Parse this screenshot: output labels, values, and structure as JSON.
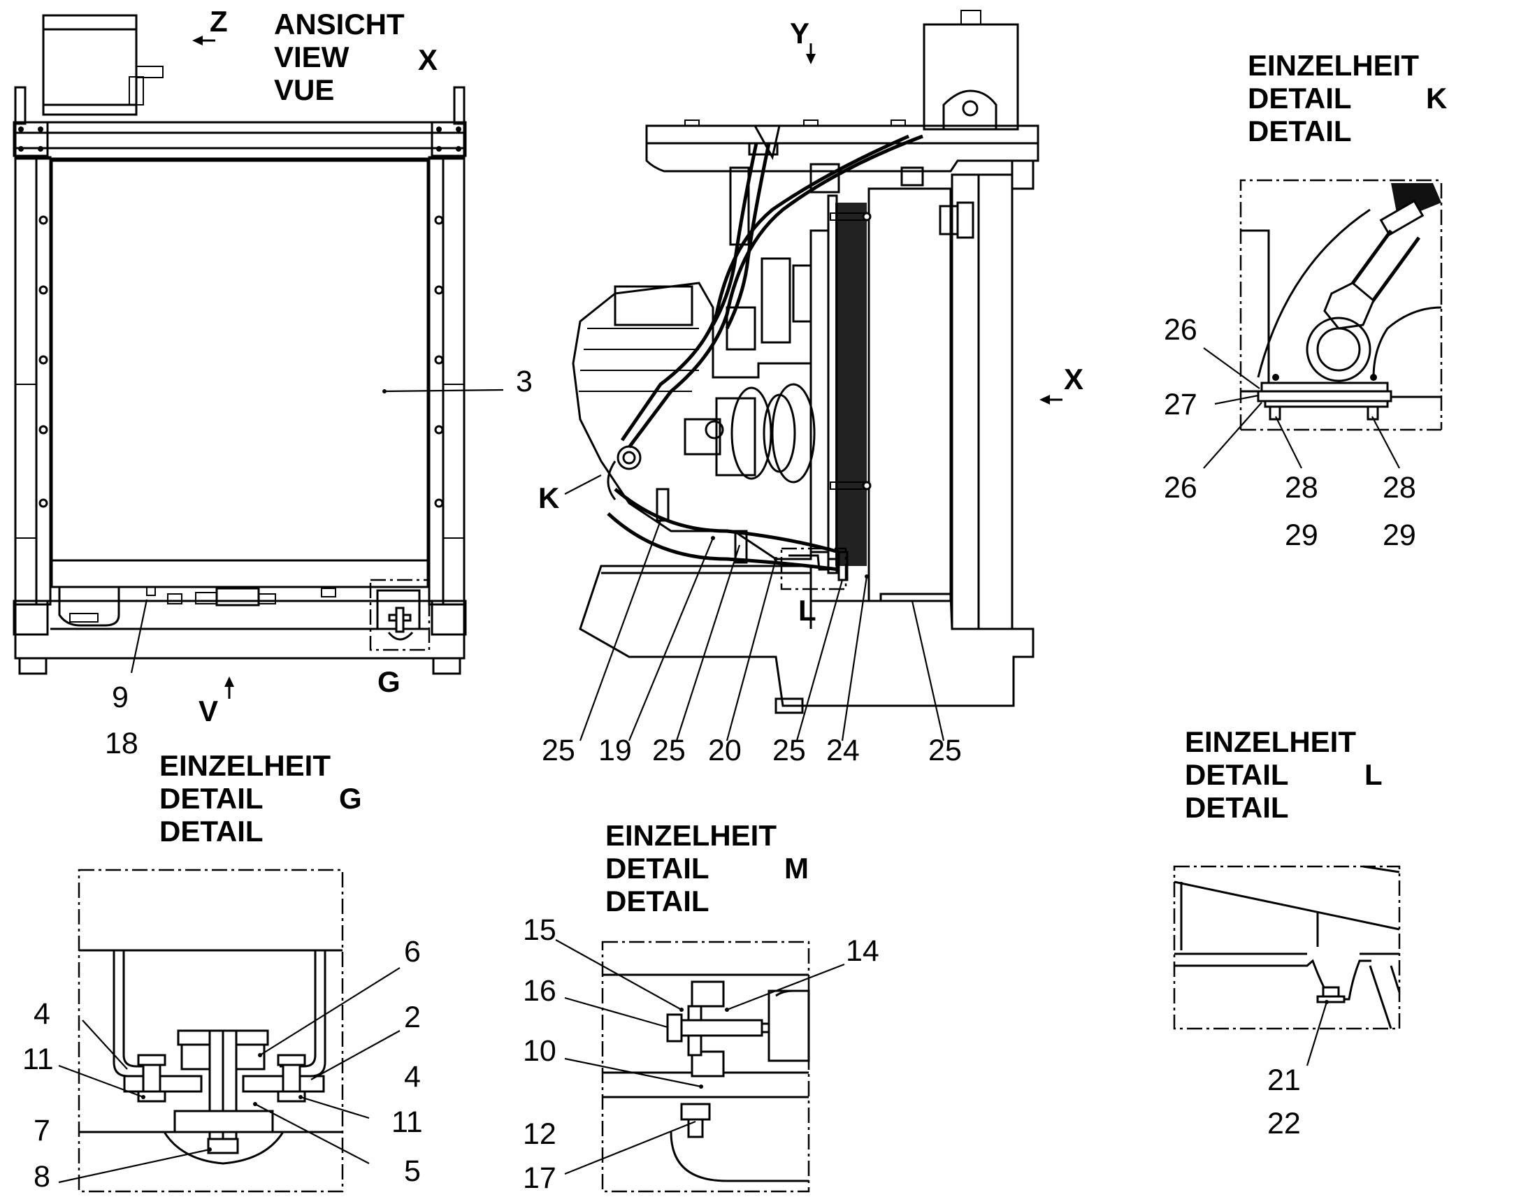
{
  "view_x": {
    "l1": "ANSICHT",
    "l2": "VIEW",
    "l3": "VUE",
    "letter": "X"
  },
  "arrows": {
    "z": "Z",
    "y": "Y",
    "x": "X",
    "v": "V"
  },
  "detail_k": {
    "l1": "EINZELHEIT",
    "l2": "DETAIL",
    "l3": "DETAIL",
    "letter": "K"
  },
  "detail_g": {
    "l1": "EINZELHEIT",
    "l2": "DETAIL",
    "l3": "DETAIL",
    "letter": "G"
  },
  "detail_m": {
    "l1": "EINZELHEIT",
    "l2": "DETAIL",
    "l3": "DETAIL",
    "letter": "M"
  },
  "detail_l": {
    "l1": "EINZELHEIT",
    "l2": "DETAIL",
    "l3": "DETAIL",
    "letter": "L"
  },
  "markers": {
    "g": "G",
    "k": "K",
    "l": "L"
  },
  "view_x_callouts": {
    "p3": "3",
    "p9": "9",
    "p18": "18"
  },
  "side_callouts": [
    "25",
    "19",
    "25",
    "20",
    "25",
    "24",
    "25"
  ],
  "k_callouts": {
    "a": "26",
    "b": "27",
    "c": "26",
    "d": "28",
    "e": "28",
    "f": "29",
    "g": "29"
  },
  "g_callouts": {
    "a": "6",
    "b": "4",
    "c": "2",
    "d": "11",
    "e": "4",
    "f": "11",
    "g": "7",
    "h": "8",
    "i": "5"
  },
  "m_callouts": {
    "a": "15",
    "b": "14",
    "c": "16",
    "d": "10",
    "e": "12",
    "f": "17"
  },
  "l_callouts": {
    "a": "21",
    "b": "22"
  }
}
